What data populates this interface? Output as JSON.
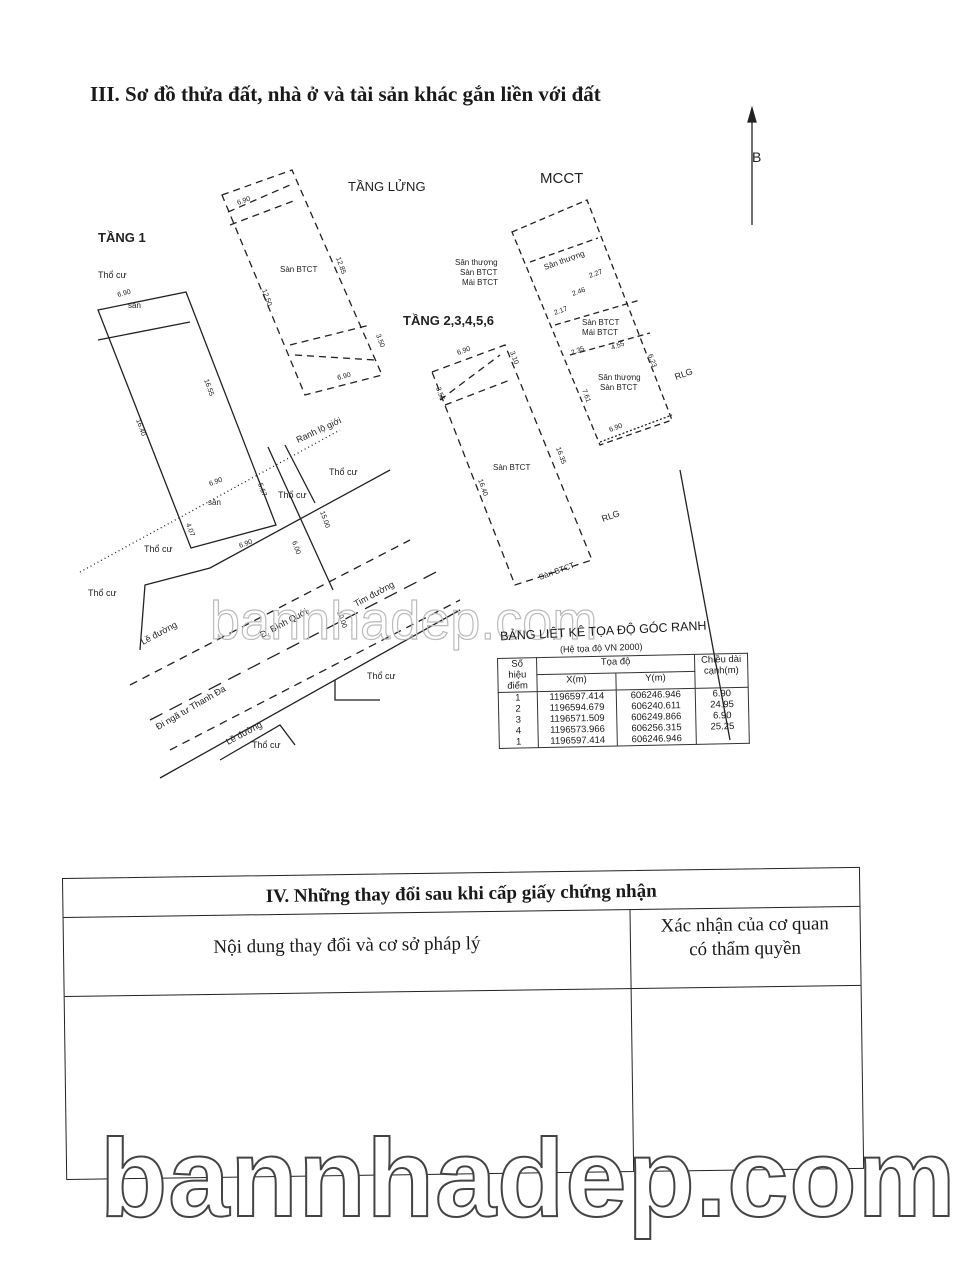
{
  "section3": {
    "title": "III. Sơ đồ thửa đất, nhà ở và tài sản khác gắn liền với đất",
    "north": "B",
    "floors": {
      "tang1": "TẦNG 1",
      "tang_lung": "TẦNG LỬNG",
      "mcct": "MCCT",
      "tang_2_6": "TẦNG 2,3,4,5,6"
    },
    "labels": {
      "san": "sân",
      "san_btct": "Sàn BTCT",
      "san_thuong": "Sân thượng",
      "mai_btct": "Mái BTCT",
      "tho_cu": "Thổ cư",
      "ranh_lo_gioi": "Ranh lộ giới",
      "le_duong": "Lề đường",
      "duong": "Đ. Bình Quới",
      "tim_duong": "Tim đường",
      "di_nga_tu": "Đi ngã tư Thanh Đa",
      "rlg": "RLG"
    },
    "dimensions": {
      "d690": "6.90",
      "d1655": "16.55",
      "d1640": "16.40",
      "d1285": "12.85",
      "d1250": "12.50",
      "d350": "3.50",
      "d310": "3.10",
      "d355": "3.55",
      "d1635": "16.35",
      "d407": "4.07",
      "d567": "5.67",
      "d1500": "15.00",
      "d600": "6.00",
      "d1000": "10.00",
      "d623": "6.23",
      "d761": "7.61",
      "d227": "2.27",
      "d246": "2.46",
      "d217": "2.17",
      "d235": "2.35",
      "d455": "4.55"
    }
  },
  "coord_table": {
    "title": "BẢNG LIỆT KÊ TỌA ĐỘ GÓC RANH",
    "subtitle": "(Hệ tọa độ VN 2000)",
    "headers": {
      "point": "Số hiệu điểm",
      "coords": "Tọa độ",
      "x": "X(m)",
      "y": "Y(m)",
      "length": "Chiều dài cạnh(m)"
    },
    "rows": [
      {
        "point": "1",
        "x": "1196597.414",
        "y": "606246.946",
        "len": "6.90"
      },
      {
        "point": "2",
        "x": "1196594.679",
        "y": "606240.611",
        "len": "24.95"
      },
      {
        "point": "3",
        "x": "1196571.509",
        "y": "606249.866",
        "len": "6.90"
      },
      {
        "point": "4",
        "x": "1196573.966",
        "y": "606256.315",
        "len": "25.25"
      },
      {
        "point": "1",
        "x": "1196597.414",
        "y": "606246.946",
        "len": ""
      }
    ]
  },
  "section4": {
    "title": "IV. Những thay đổi sau khi cấp giấy chứng nhận",
    "col1": "Nội dung thay đổi và cơ sở pháp lý",
    "col2_line1": "Xác nhận của cơ quan",
    "col2_line2": "có thẩm quyền"
  },
  "watermark": "bannhadep.com"
}
